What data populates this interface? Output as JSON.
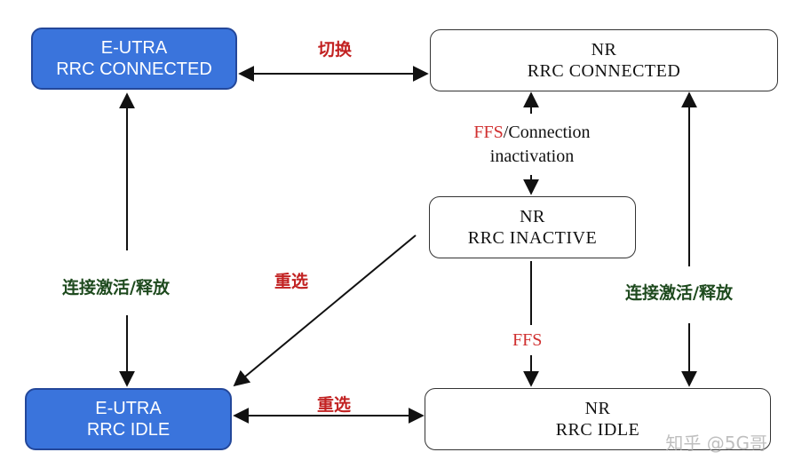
{
  "nodes": {
    "eutra_connected": {
      "line1": "E-UTRA",
      "line2": "RRC CONNECTED"
    },
    "nr_connected": {
      "line1": "NR",
      "line2": "RRC  CONNECTED"
    },
    "nr_inactive": {
      "line1": "NR",
      "line2": "RRC  INACTIVE"
    },
    "eutra_idle": {
      "line1": "E-UTRA",
      "line2": "RRC IDLE"
    },
    "nr_idle": {
      "line1": "NR",
      "line2": "RRC  IDLE"
    }
  },
  "edges": {
    "handover": "切换",
    "ffs_connection_part1": "FFS",
    "ffs_connection_part2": "/Connection",
    "ffs_connection_part3": "inactivation",
    "reselect_diagonal": "重选",
    "reselect_bottom": "重选",
    "ffs_inactive_idle": "FFS",
    "left_conn_release": "连接激活/释放",
    "right_conn_release": "连接激活/释放"
  },
  "watermark": "知乎 @5G哥",
  "colors": {
    "blue_box": "#3a74dc",
    "red_label": "#c22222",
    "green_label": "#1e4a1e",
    "line": "#111111"
  }
}
